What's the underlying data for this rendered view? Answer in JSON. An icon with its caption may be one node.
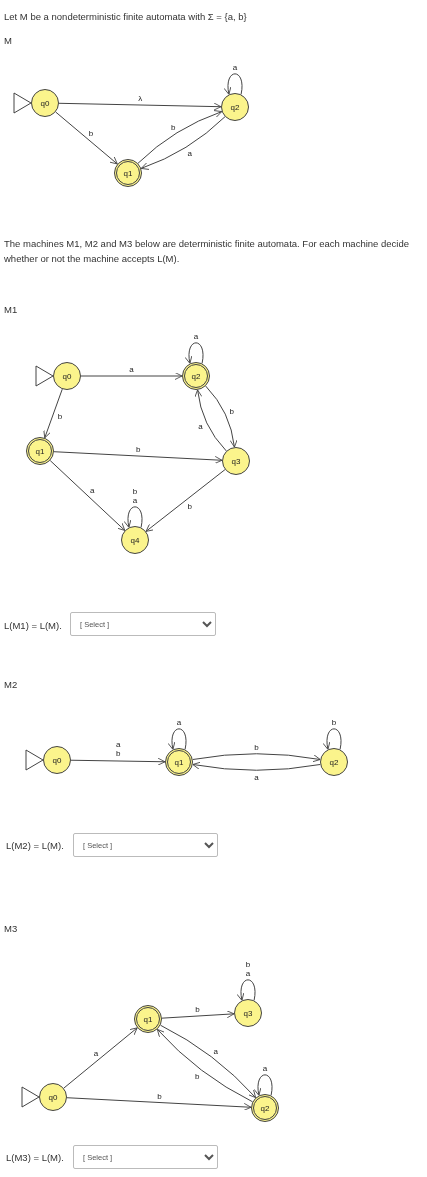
{
  "diagram": {
    "nodes": [
      {
        "text": [
          "q0"
        ]
      },
      {
        "text": [
          "q2"
        ]
      },
      {
        "text": [
          "q1"
        ]
      },
      {
        "text": [
          "q0"
        ]
      },
      {
        "text": [
          "q2"
        ]
      },
      {
        "text": [
          "q1"
        ]
      },
      {
        "text": [
          "q3"
        ]
      },
      {
        "text": [
          "q4"
        ]
      },
      {
        "text": [
          "q0"
        ]
      },
      {
        "text": [
          "q1"
        ]
      },
      {
        "text": [
          "q2"
        ]
      },
      {
        "text": [
          "q1"
        ]
      },
      {
        "text": [
          "q3"
        ]
      },
      {
        "text": [
          "q0"
        ]
      },
      {
        "text": [
          "q2"
        ]
      }
    ],
    "edges": [
      {
        "from": 0,
        "to": 1,
        "arrow": "to",
        "label": "λ"
      },
      {
        "from": 0,
        "to": 2,
        "arrow": "to",
        "label": "b"
      },
      {
        "from": 2,
        "to": 1,
        "arrow": "to",
        "label": "b"
      },
      {
        "from": 1,
        "to": 2,
        "arrow": "to",
        "label": "a"
      },
      {
        "from": 1,
        "to": 1,
        "arrow": "to",
        "label": "a"
      },
      {
        "from": 3,
        "to": 4,
        "arrow": "to",
        "label": "a"
      },
      {
        "from": 4,
        "to": 4,
        "arrow": "to",
        "label": "a"
      },
      {
        "from": 3,
        "to": 5,
        "arrow": "to",
        "label": "b"
      },
      {
        "from": 4,
        "to": 6,
        "arrow": "to",
        "label": "b"
      },
      {
        "from": 6,
        "to": 4,
        "arrow": "to",
        "label": "a"
      },
      {
        "from": 5,
        "to": 6,
        "arrow": "to",
        "label": "b"
      },
      {
        "from": 5,
        "to": 7,
        "arrow": "to",
        "label": "a"
      },
      {
        "from": 7,
        "to": 7,
        "arrow": "to",
        "label": "b a"
      },
      {
        "from": 6,
        "to": 7,
        "arrow": "to",
        "label": "b"
      },
      {
        "from": 8,
        "to": 9,
        "arrow": "to",
        "label": "a b"
      },
      {
        "from": 9,
        "to": 9,
        "arrow": "to",
        "label": "a"
      },
      {
        "from": 9,
        "to": 10,
        "arrow": "to",
        "label": "b"
      },
      {
        "from": 10,
        "to": 9,
        "arrow": "to",
        "label": "a"
      },
      {
        "from": 10,
        "to": 10,
        "arrow": "to",
        "label": "b"
      },
      {
        "from": 11,
        "to": 12,
        "arrow": "to",
        "label": "b"
      },
      {
        "from": 12,
        "to": 12,
        "arrow": "to",
        "label": "b a"
      },
      {
        "from": 13,
        "to": 11,
        "arrow": "to",
        "label": "a"
      },
      {
        "from": 11,
        "to": 14,
        "arrow": "to",
        "label": "a"
      },
      {
        "from": 14,
        "to": 11,
        "arrow": "to",
        "label": "b"
      },
      {
        "from": 14,
        "to": 14,
        "arrow": "to",
        "label": "a"
      },
      {
        "from": 13,
        "to": 14,
        "arrow": "to",
        "label": "b"
      }
    ],
    "labels": [
      "Let M be a nondeterministic finite automata with Σ = {a, b}",
      "M",
      "The machines M1, M2 and M3  below are deterministic finite automata. For each machine decide whether or not the machine accepts L(M).",
      "M1",
      "L(M1) = L(M).",
      "[ Select ]",
      "M2",
      "L(M2) = L(M).",
      "[ Select ]",
      "M3",
      "L(M3) = L(M).",
      "[ Select ]"
    ]
  }
}
